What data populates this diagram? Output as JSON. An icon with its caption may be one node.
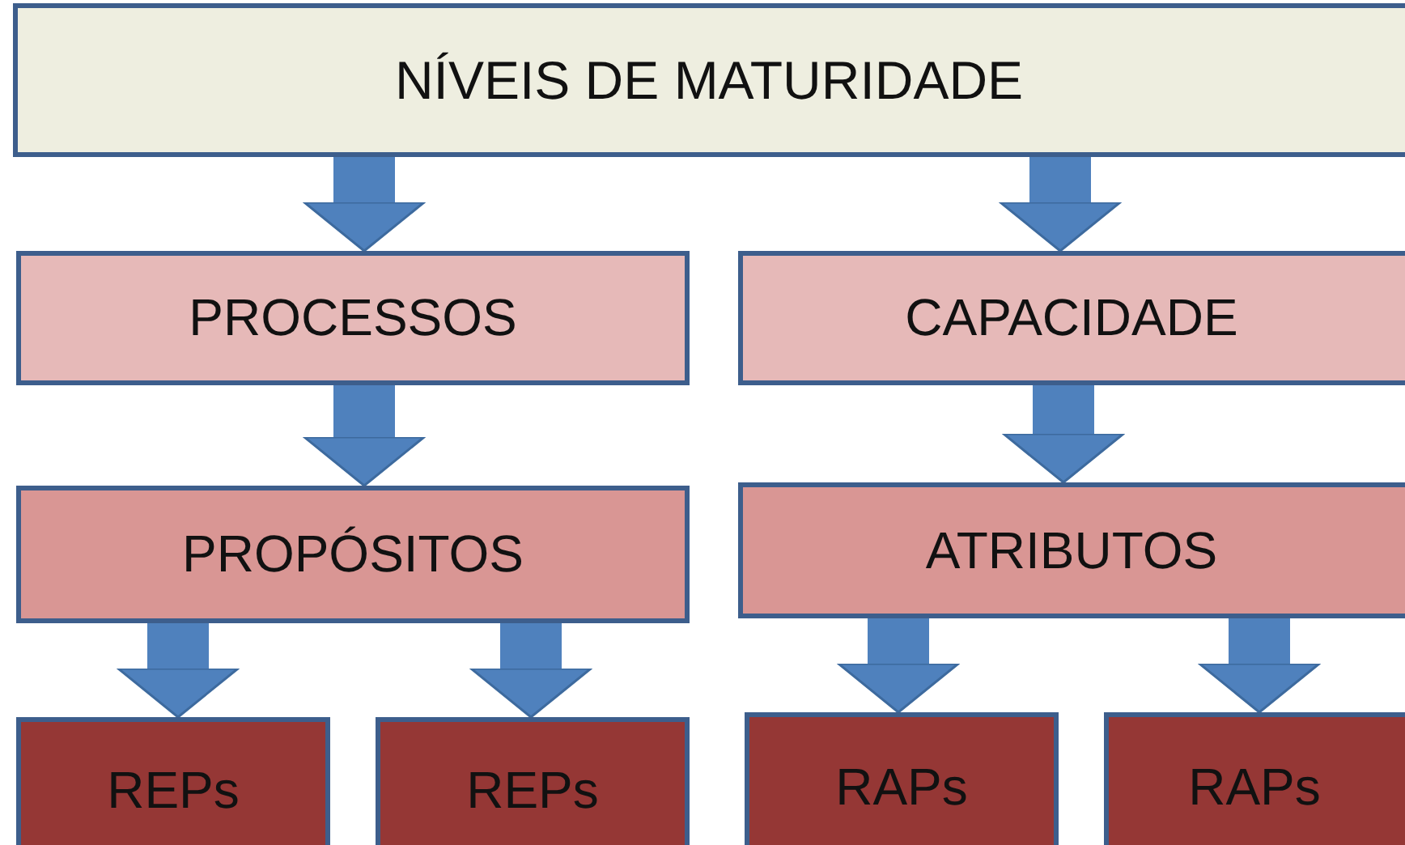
{
  "diagram": {
    "nodes": [
      {
        "text": [
          "NÍVEIS DE MATURIDADE"
        ]
      },
      {
        "text": [
          "PROCESSOS"
        ]
      },
      {
        "text": [
          "CAPACIDADE"
        ]
      },
      {
        "text": [
          "PROPÓSITOS"
        ]
      },
      {
        "text": [
          "ATRIBUTOS"
        ]
      },
      {
        "text": [
          "REPs"
        ]
      },
      {
        "text": [
          "REPs"
        ]
      },
      {
        "text": [
          "RAPs"
        ]
      },
      {
        "text": [
          "RAPs"
        ]
      }
    ],
    "edges": [
      {
        "from": 0,
        "to": 1,
        "arrow": "to"
      },
      {
        "from": 0,
        "to": 2,
        "arrow": "to"
      },
      {
        "from": 1,
        "to": 3,
        "arrow": "to"
      },
      {
        "from": 2,
        "to": 4,
        "arrow": "to"
      },
      {
        "from": 3,
        "to": 5,
        "arrow": "to"
      },
      {
        "from": 3,
        "to": 6,
        "arrow": "to"
      },
      {
        "from": 4,
        "to": 7,
        "arrow": "to"
      },
      {
        "from": 4,
        "to": 8,
        "arrow": "to"
      }
    ]
  }
}
